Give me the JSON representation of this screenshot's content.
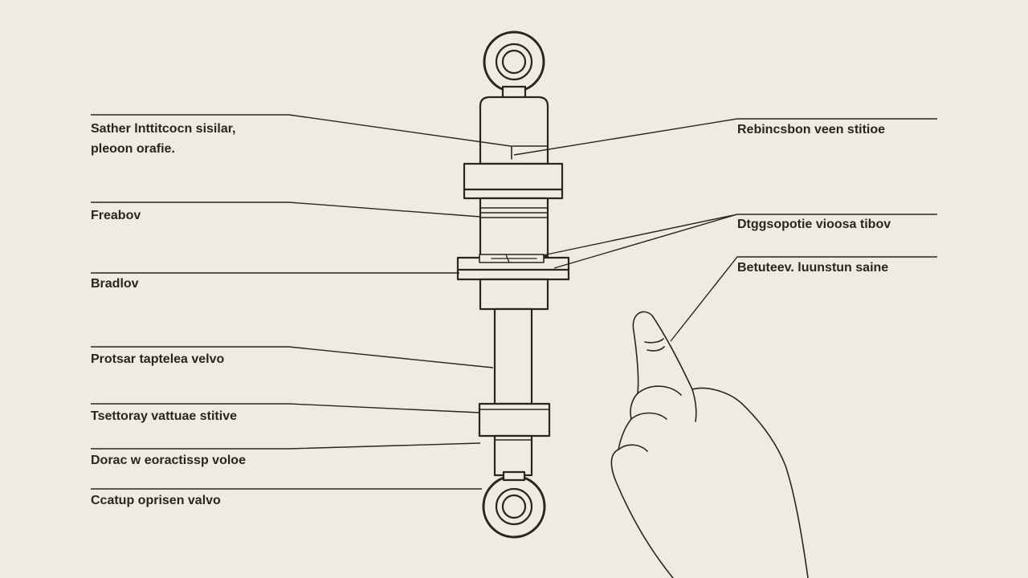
{
  "colors": {
    "background": "#efebe0",
    "ink": "#2a2520"
  },
  "labels_left": [
    {
      "text": "Sather lnttitcocn sisilar,\npleoon orafie."
    },
    {
      "text": "Freabov"
    },
    {
      "text": "Bradlov"
    },
    {
      "text": "Protsar taptelea velvo"
    },
    {
      "text": "Tsettoray vattuae stitive"
    },
    {
      "text": "Dorac w eoractissp voloe"
    },
    {
      "text": "Ccatup oprisen valvo"
    }
  ],
  "labels_right": [
    {
      "text": "Rebincsbon veen stitioe"
    },
    {
      "text": "Dtggsopotie vioosa tibov"
    },
    {
      "text": "Betuteev. luunstun saine"
    }
  ],
  "icons": {
    "hand": "pointing-hand-icon",
    "top_mount": "eyelet-mount-icon",
    "bottom_mount": "eyelet-mount-icon"
  }
}
